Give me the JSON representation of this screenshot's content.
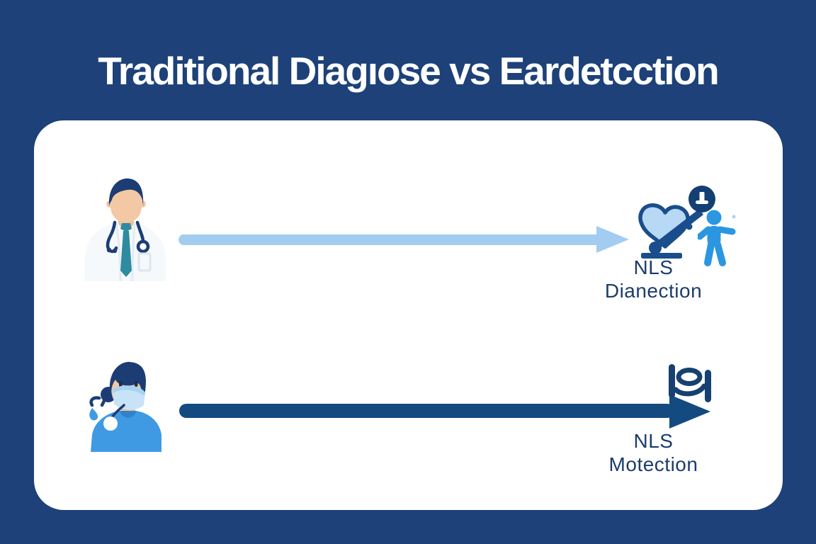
{
  "title": "Traditional Diagıose vs Eardetcction",
  "colors": {
    "background": "#1d4178",
    "card": "#ffffff",
    "title_text": "#ffffff",
    "label_text": "#1d3c6c",
    "arrow_light_blue": "#a3cdf0",
    "arrow_navy": "#134a80",
    "icon_navy": "#1c3d74",
    "badge_navy": "#133f73",
    "patient_blue": "#2b97e0",
    "scrubs_blue": "#3f9ae3",
    "heart_fill": "#b7d9f5",
    "heart_outline": "#1a4d8c",
    "mask_blue": "#c8e3f8",
    "skin": "#f2c9a4",
    "tie_teal": "#2e8ba0"
  },
  "rows": [
    {
      "id": "traditional",
      "source_icon": "doctor-icon",
      "arrow_style": "light-blue",
      "arrow_direction": "right",
      "result_icons": [
        "heart-check-icon",
        "clock-badge-icon",
        "patient-icon"
      ],
      "label_line1": "NLS",
      "label_line2": "Dianection"
    },
    {
      "id": "early-detection",
      "source_icon": "nurse-icon",
      "arrow_style": "navy",
      "arrow_direction": "right",
      "result_icons": [
        "body-scanner-icon"
      ],
      "label_line1": "NLS",
      "label_line2": "Motection"
    }
  ]
}
